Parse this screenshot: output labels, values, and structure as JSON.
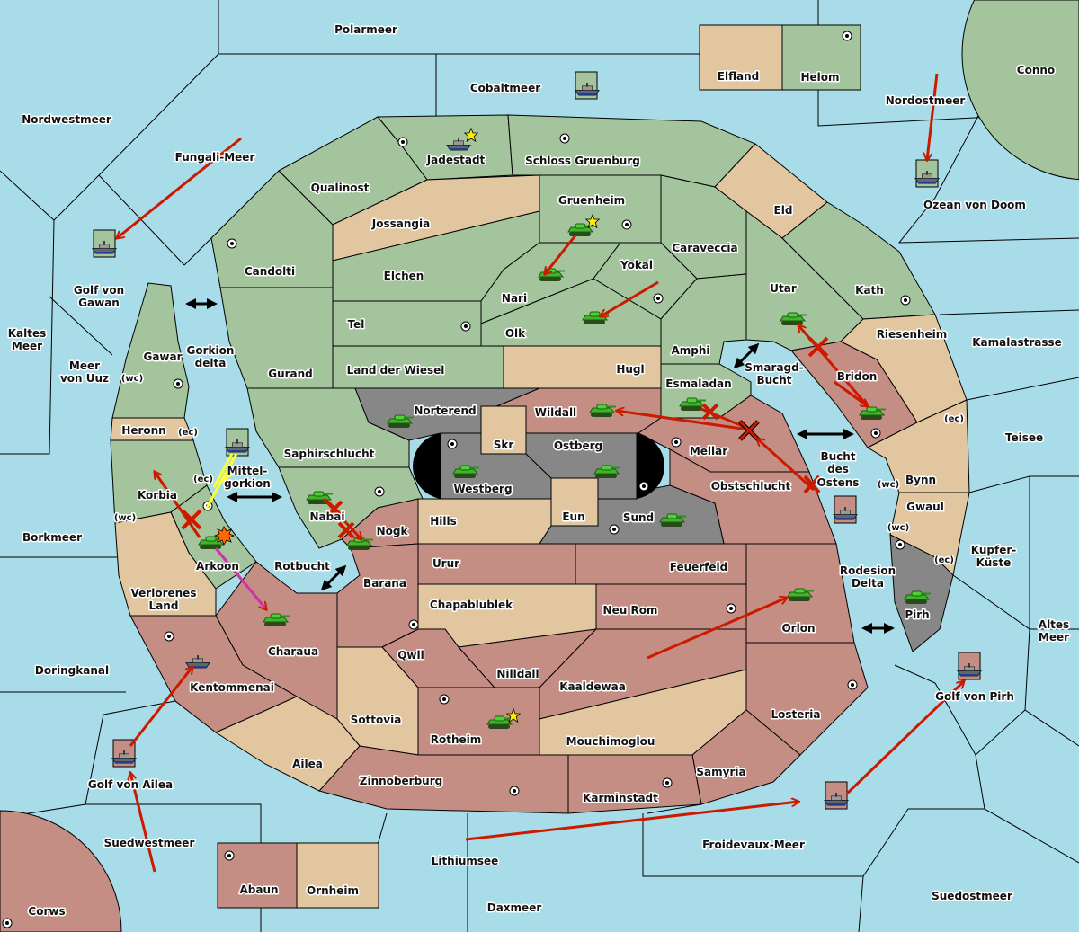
{
  "colors": {
    "sea": "#a8dce8",
    "land_green": "#a3c49c",
    "land_tan": "#e2c6a0",
    "land_red": "#c48e84",
    "land_gray": "#878787",
    "order_arrow": "#cc1a00",
    "support_line": "#ffff33",
    "convoy_line": "#cc33aa"
  },
  "seas": {
    "polarmeer": "Polarmeer",
    "cobaltmeer": "Cobaltmeer",
    "nordwestmeer": "Nordwestmeer",
    "fungali": "Fungali-Meer",
    "nordostmeer": "Nordostmeer",
    "ozean": "Ozean von Doom",
    "golf_gawan_1": "Golf von",
    "golf_gawan_2": "Gawan",
    "kaltes_1": "Kaltes",
    "kaltes_2": "Meer",
    "kamalastrasse": "Kamalastrasse",
    "gorkion_1": "Gorkion",
    "gorkion_2": "delta",
    "uuz_1": "Meer",
    "uuz_2": "von Uuz",
    "smaragd_1": "Smaragd-",
    "smaragd_2": "Bucht",
    "teisee": "Teisee",
    "bucht_1": "Bucht",
    "bucht_2": "des",
    "bucht_3": "Ostens",
    "mittel_1": "Mittel-",
    "mittel_2": "gorkion",
    "borkmeer": "Borkmeer",
    "kupfer_1": "Kupfer-",
    "kupfer_2": "Küste",
    "rotbucht": "Rotbucht",
    "rodesion_1": "Rodesion",
    "rodesion_2": "Delta",
    "altes_1": "Altes",
    "altes_2": "Meer",
    "doringkanal": "Doringkanal",
    "golf_pirh": "Golf von Pirh",
    "golf_ailea": "Golf von Ailea",
    "suedwestmeer": "Suedwestmeer",
    "froidevaux": "Froidevaux-Meer",
    "lithiumsee": "Lithiumsee",
    "suedostmeer": "Suedostmeer",
    "daxmeer": "Daxmeer"
  },
  "land": {
    "conno": "Conno",
    "elfland": "Elfland",
    "helom": "Helom",
    "jadestadt": "Jadestadt",
    "schloss": "Schloss Gruenburg",
    "qualinost": "Qualinost",
    "jossangia": "Jossangia",
    "gruenheim": "Gruenheim",
    "eld": "Eld",
    "candolti": "Candolti",
    "elchen": "Elchen",
    "yokai": "Yokai",
    "caraveccia": "Caraveccia",
    "nari": "Nari",
    "utar": "Utar",
    "kath": "Kath",
    "tel": "Tel",
    "olk": "Olk",
    "riesenheim": "Riesenheim",
    "amphi": "Amphi",
    "gawar": "Gawar",
    "gurand": "Gurand",
    "wiesel": "Land der Wiesel",
    "hugl": "Hugl",
    "bridon": "Bridon",
    "esmaladan": "Esmaladan",
    "norterend": "Norterend",
    "wildall": "Wildall",
    "heronn": "Heronn",
    "skr": "Skr",
    "ostberg": "Ostberg",
    "mellar": "Mellar",
    "saphirschlucht": "Saphirschlucht",
    "bynn": "Bynn",
    "westberg": "Westberg",
    "obstschlucht": "Obstschlucht",
    "korbia": "Korbia",
    "gwaul": "Gwaul",
    "nabai": "Nabai",
    "eun": "Eun",
    "sund": "Sund",
    "hills": "Hills",
    "nogk": "Nogk",
    "arkoon": "Arkoon",
    "urur": "Urur",
    "feuerfeld": "Feuerfeld",
    "barana": "Barana",
    "verlorenes_1": "Verlorenes",
    "verlorenes_2": "Land",
    "chapablublek": "Chapablublek",
    "neurom": "Neu Rom",
    "pirh": "Pirh",
    "orlon": "Orlon",
    "charaua": "Charaua",
    "qwil": "Qwil",
    "nilldall": "Nilldall",
    "kentommenai": "Kentommenai",
    "kaaldewaa": "Kaaldewaa",
    "losteria": "Losteria",
    "sottovia": "Sottovia",
    "rotheim": "Rotheim",
    "mouchimoglou": "Mouchimoglou",
    "ailea": "Ailea",
    "samyria": "Samyria",
    "zinnoberburg": "Zinnoberburg",
    "karminstadt": "Karminstadt",
    "abaun": "Abaun",
    "ornheim": "Ornheim",
    "corws": "Corws"
  },
  "coasts": {
    "ec": "(ec)",
    "wc": "(wc)"
  },
  "icons": {
    "army": "tank-icon",
    "fleet": "ship-icon",
    "supply_center": "supply-center-icon",
    "star": "star-icon",
    "explosion": "dislodged-icon"
  }
}
